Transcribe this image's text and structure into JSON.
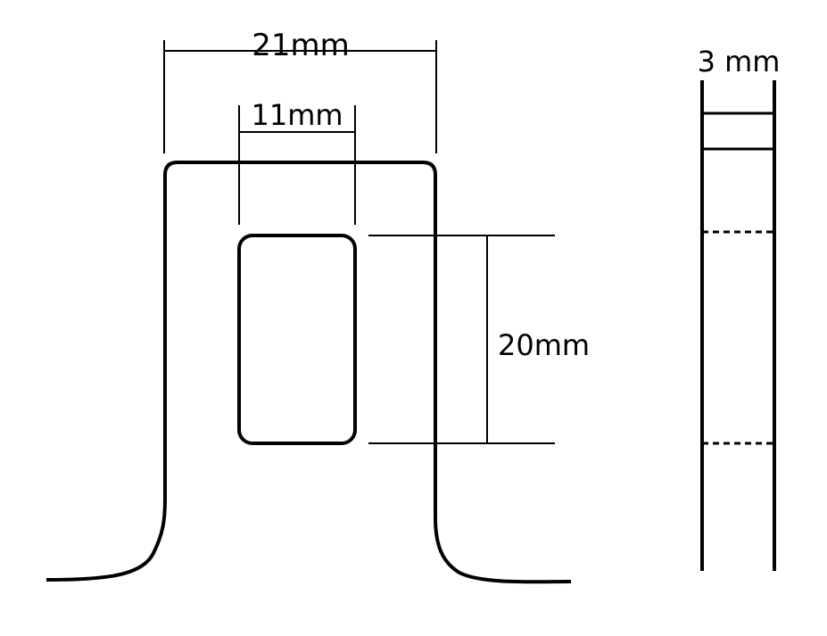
{
  "diagram": {
    "labels": {
      "outer_width": "21mm",
      "hole_width": "11mm",
      "hole_height": "20mm",
      "thickness": "3 mm"
    },
    "colors": {
      "stroke": "#000000",
      "background": "#ffffff"
    }
  }
}
